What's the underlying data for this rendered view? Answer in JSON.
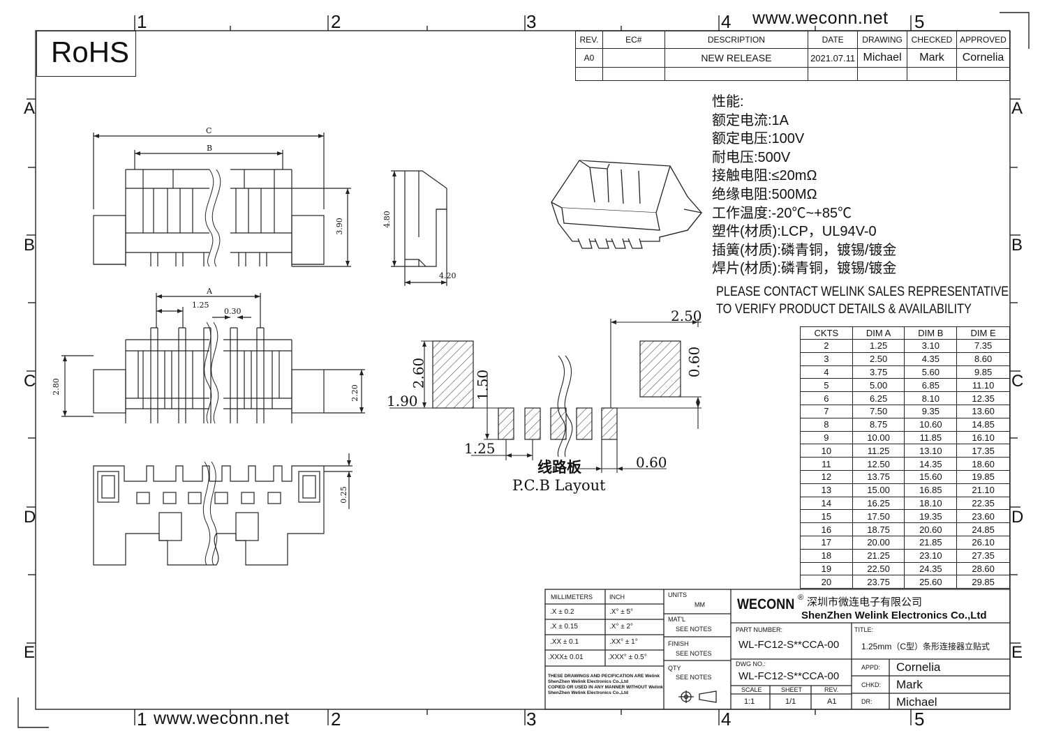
{
  "website_top": "www.weconn.net",
  "website_bottom": "www.weconn.net",
  "rohs_label": "RoHS",
  "zone_columns": [
    "1",
    "2",
    "3",
    "4",
    "5"
  ],
  "zone_rows": [
    "A",
    "B",
    "C",
    "D",
    "E"
  ],
  "revision_table": {
    "headers": [
      "REV.",
      "EC#",
      "DESCRIPTION",
      "DATE",
      "DRAWING",
      "CHECKED",
      "APPROVED"
    ],
    "rows": [
      [
        "A0",
        "",
        "NEW RELEASE",
        "2021.07.11",
        "Michael",
        "Mark",
        "Cornelia"
      ]
    ]
  },
  "specs": [
    "性能:",
    "额定电流:1A",
    "额定电压:100V",
    "耐电压:500V",
    "接触电阻:≤20mΩ",
    "绝缘电阻:500MΩ",
    "工作温度:-20℃~+85℃",
    "塑件(材质):LCP，UL94V-0",
    "插簧(材质):磷青铜，镀锡/镀金",
    "焊片(材质):磷青铜，镀锡/镀金"
  ],
  "contact_note": [
    "PLEASE CONTACT WELINK SALES REPRESENTATIVE",
    "TO VERIFY PRODUCT DETAILS & AVAILABILITY"
  ],
  "dim_table": {
    "headers": [
      "CKTS",
      "DIM A",
      "DIM B",
      "DIM E"
    ],
    "rows": [
      [
        "2",
        "1.25",
        "3.10",
        "7.35"
      ],
      [
        "3",
        "2.50",
        "4.35",
        "8.60"
      ],
      [
        "4",
        "3.75",
        "5.60",
        "9.85"
      ],
      [
        "5",
        "5.00",
        "6.85",
        "11.10"
      ],
      [
        "6",
        "6.25",
        "8.10",
        "12.35"
      ],
      [
        "7",
        "7.50",
        "9.35",
        "13.60"
      ],
      [
        "8",
        "8.75",
        "10.60",
        "14.85"
      ],
      [
        "9",
        "10.00",
        "11.85",
        "16.10"
      ],
      [
        "10",
        "11.25",
        "13.10",
        "17.35"
      ],
      [
        "11",
        "12.50",
        "14.35",
        "18.60"
      ],
      [
        "12",
        "13.75",
        "15.60",
        "19.85"
      ],
      [
        "13",
        "15.00",
        "16.85",
        "21.10"
      ],
      [
        "14",
        "16.25",
        "18.10",
        "22.35"
      ],
      [
        "15",
        "17.50",
        "19.35",
        "23.60"
      ],
      [
        "16",
        "18.75",
        "20.60",
        "24.85"
      ],
      [
        "17",
        "20.00",
        "21.85",
        "26.10"
      ],
      [
        "18",
        "21.25",
        "23.10",
        "27.35"
      ],
      [
        "19",
        "22.50",
        "24.35",
        "28.60"
      ],
      [
        "20",
        "23.75",
        "25.60",
        "29.85"
      ]
    ]
  },
  "dims": {
    "front_c": "C",
    "front_b": "B",
    "front_h": "3.90",
    "side_h": "4.80",
    "side_w": "4.20",
    "top_a": "A",
    "top_pitch": "1.25",
    "top_pin": "0.30",
    "top_h": "2.80",
    "top_h2": "2.20",
    "bottom_t": "0.25"
  },
  "pcb": {
    "d250": "2.50",
    "d060_v": "0.60",
    "d260": "2.60",
    "d150": "1.50",
    "d190": "1.90",
    "d125": "1.25",
    "d060_h": "0.60",
    "label_cn": "线路板",
    "label_en": "P.C.B Layout"
  },
  "tolerance": {
    "head_mm": "MILLIMETERS",
    "head_inch": "INCH",
    "rows": [
      [
        ".X   ±  0.2",
        ".X°   ±  5°"
      ],
      [
        ".X   ± 0.15",
        ".X°  ± 2°"
      ],
      [
        ".XX  ± 0.1",
        ".XX°  ± 1°"
      ],
      [
        ".XXX± 0.01",
        ".XXX° ± 0.5°"
      ]
    ],
    "note": [
      "THESE DRAWINGS AND PECIFICATION  ARE Welink",
      "ShenZhen Welink Electronics Co.,Ltd",
      " COPIED OR USED IN ANY MANNER WITHOUT Welink",
      "ShenZhen Welink Electronics Co.,Ltd"
    ]
  },
  "title_block": {
    "units_label": "UNITS",
    "units_value": "MM",
    "matl_label": "MAT'L",
    "matl_value": "SEE NOTES",
    "finish_label": "FINISH",
    "finish_value": "SEE NOTES",
    "qty_label": "QTY",
    "qty_value": "SEE NOTES",
    "brand": "WECONN",
    "brand_mark": "®",
    "company_cn": "深圳市微连电子有限公司",
    "company_en": "ShenZhen Welink Electronics Co.,Ltd",
    "part_label": "PART NUMBER:",
    "part_value": "WL-FC12-S**CCA-00",
    "title_label": "TITLE:",
    "title_value": "1.25mm（C型）条形连接器立贴式",
    "dwg_label": "DWG NO.:",
    "dwg_value": "WL-FC12-S**CCA-00",
    "scale_label": "SCALE",
    "scale_value": "1:1",
    "sheet_label": "SHEET",
    "sheet_value": "1/1",
    "rev_label": "REV.",
    "rev_value": "A1",
    "appd_label": "APPD:",
    "appd_value": "Cornelia",
    "chkd_label": "CHKD:",
    "chkd_value": "Mark",
    "dr_label": "DR:",
    "dr_value": "Michael"
  }
}
